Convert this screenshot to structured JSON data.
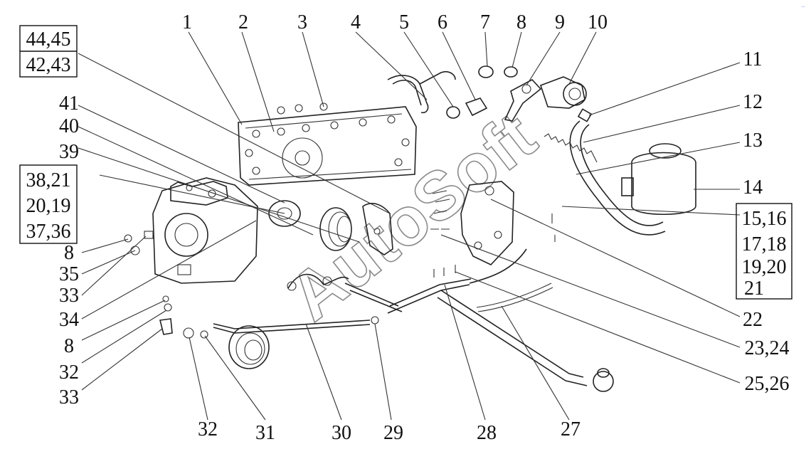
{
  "watermark": "AutoSoft",
  "corner_mark": "...",
  "callouts": {
    "n1": "1",
    "n2": "2",
    "n3": "3",
    "n4": "4",
    "n5": "5",
    "n6": "6",
    "n7": "7",
    "n8a": "8",
    "n9": "9",
    "n10": "10",
    "n11": "11",
    "n12": "12",
    "n13": "13",
    "n14": "14",
    "n22": "22",
    "n23_24": "23,24",
    "n25_26": "25,26",
    "n27": "27",
    "n28": "28",
    "n29": "29",
    "n30": "30",
    "n31": "31",
    "n32a": "32",
    "n33a": "33",
    "n32b": "32",
    "n8b": "8",
    "n34": "34",
    "n33b": "33",
    "n35": "35",
    "n8c": "8",
    "n39": "39",
    "n40": "40",
    "n41": "41"
  },
  "boxed": {
    "tl_1": "44,45",
    "tl_2": "42,43",
    "ml_1": "38,21",
    "ml_2": "20,19",
    "ml_3": "37,36",
    "r_1": "15,16",
    "r_2": "17,18",
    "r_3": "19,20",
    "r_4": "21"
  }
}
